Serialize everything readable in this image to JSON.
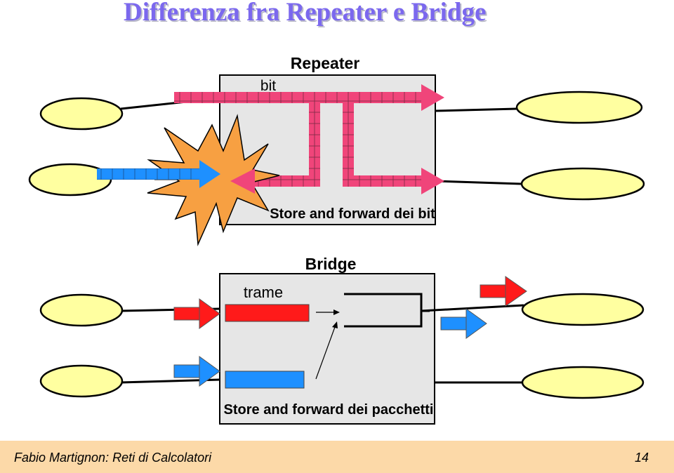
{
  "title": "Differenza fra Repeater e Bridge",
  "repeater": {
    "label": "Repeater",
    "unit_label": "bit",
    "caption": "Store and forward dei bit"
  },
  "bridge": {
    "label": "Bridge",
    "unit_label": "trame",
    "caption": "Store and forward dei pacchetti"
  },
  "colors": {
    "bit_stream": "#f0457a",
    "blue_stream": "#1e90ff",
    "red_frame": "#ff1a1a",
    "explosion": "#f7a042",
    "node": "#ffffa0",
    "box": "#e6e6e6",
    "footer": "#fcd9a8",
    "title": "#7b68ee"
  },
  "footer": {
    "author": "Fabio Martignon: Reti di Calcolatori",
    "page": "14"
  }
}
